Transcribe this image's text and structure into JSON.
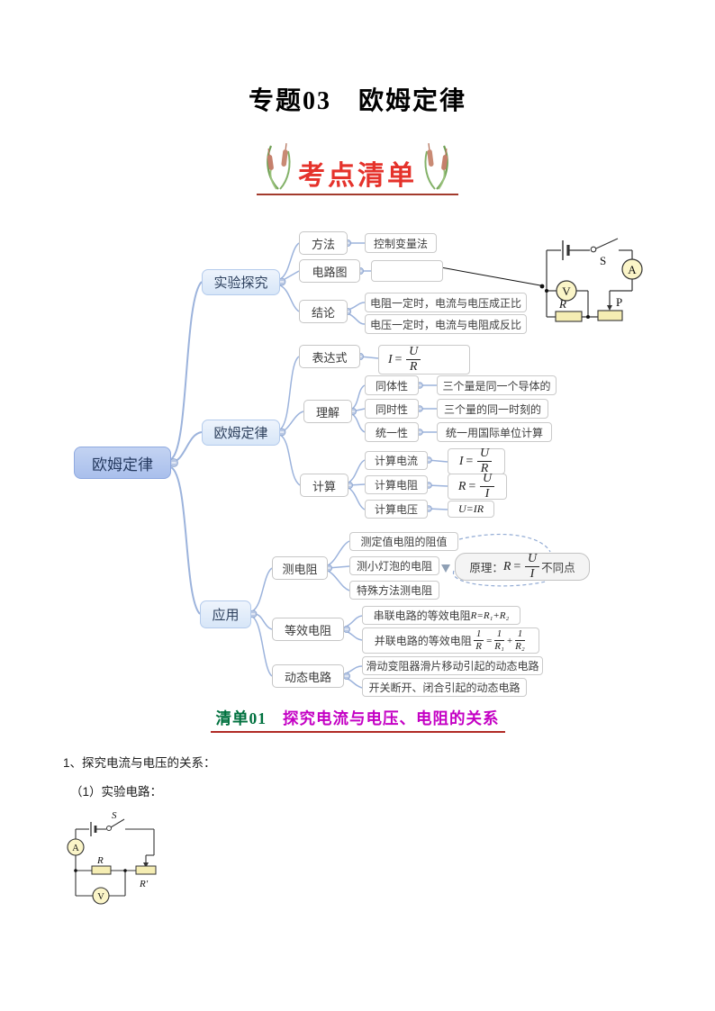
{
  "page": {
    "title": "专题03　欧姆定律",
    "badge": "考点清单"
  },
  "mindmap": {
    "root": "欧姆定律",
    "experiment": {
      "label": "实验探究",
      "method": "方法",
      "method_value": "控制变量法",
      "circuit": "电路图",
      "conclusion": "结论",
      "conclusion1": "电阻一定时，电流与电压成正比",
      "conclusion2": "电压一定时，电流与电阻成反比"
    },
    "law": {
      "label": "欧姆定律",
      "expression": "表达式",
      "understanding": "理解",
      "same_body": "同体性",
      "same_body_note": "三个量是同一个导体的",
      "same_time": "同时性",
      "same_time_note": "三个量的同一时刻的",
      "unified": "统一性",
      "unified_note": "统一用国际单位计算",
      "calculation": "计算",
      "calc_current": "计算电流",
      "calc_resistance": "计算电阻",
      "calc_voltage": "计算电压"
    },
    "application": {
      "label": "应用",
      "measure": "测电阻",
      "measure1": "测定值电阻的阻值",
      "measure2": "测小灯泡的电阻",
      "measure3": "特殊方法测电阻",
      "principle_prefix": "原理：",
      "principle_suffix": "不同点",
      "equivalent": "等效电阻",
      "series_text": "串联电路的等效电阻",
      "series_formula": "R=R₁+R₂",
      "parallel_text": "并联电路的等效电阻",
      "dynamic": "动态电路",
      "dynamic1": "滑动变阻器滑片移动引起的动态电路",
      "dynamic2": "开关断开、闭合引起的动态电路"
    },
    "formulas": {
      "I": "I",
      "U": "U",
      "R": "R",
      "eq": "=",
      "plus": "+",
      "one": "1",
      "R1": "R₁",
      "R2": "R₂",
      "u_ir": "U=IR"
    }
  },
  "circuit_top": {
    "S": "S",
    "A": "A",
    "V": "V",
    "R": "R",
    "P": "P"
  },
  "circuit_bottom": {
    "S": "S",
    "A": "A",
    "V": "V",
    "R": "R",
    "Rp": "R′"
  },
  "section": {
    "num": "清单01",
    "title": "探究电流与电压、电阻的关系"
  },
  "body": {
    "line1": "1、探究电流与电压的关系：",
    "line2": "（1）实验电路："
  }
}
